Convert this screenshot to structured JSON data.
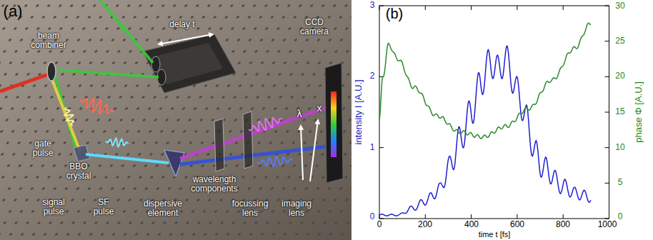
{
  "diagram": {
    "labels": [
      "(a)",
      "beam combiner",
      "delay t",
      "CCD camera",
      "gate pulse",
      "BBO crystal",
      "signal pulse",
      "SF pulse",
      "dispersive element",
      "wavelength components",
      "focussing lens",
      "imaging lens",
      "λ",
      "x",
      "(b)",
      "3",
      "2",
      "1",
      "0",
      "30",
      "25",
      "20",
      "15",
      "10",
      "5",
      "0",
      "0",
      "200",
      "400",
      "600",
      "800",
      "1000",
      "intensity I [A.U.]",
      "phase Φ [A.U.]",
      "time t [fs]"
    ]
  }
}
